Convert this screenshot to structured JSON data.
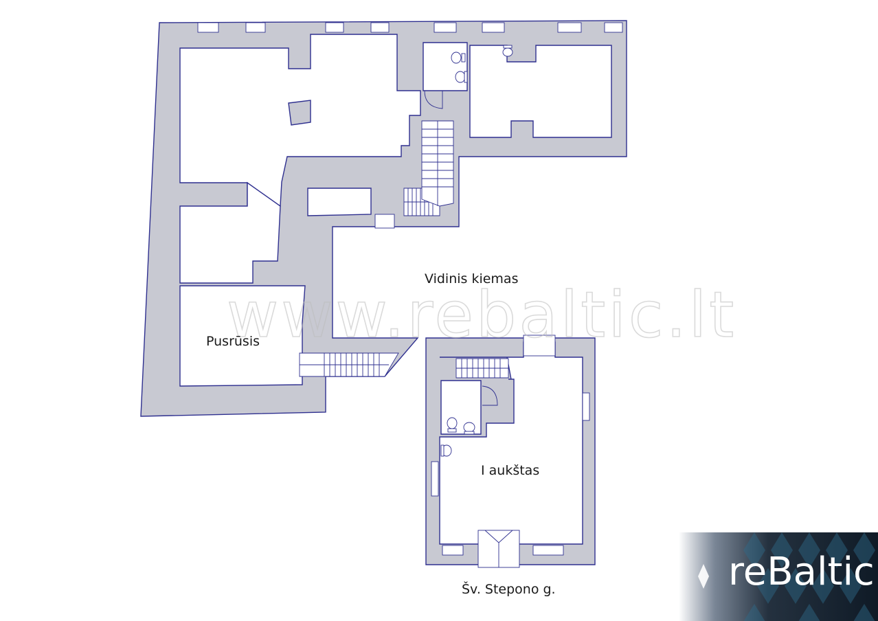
{
  "labels": {
    "courtyard": "Vidinis kiemas",
    "semi_basement": "Pusrūsis",
    "first_floor": "I aukštas",
    "street": "Šv. Stepono g."
  },
  "watermark": "www.rebaltic.lt",
  "logo": {
    "text": "reBaltic",
    "background": "#111b27",
    "text_color": "#ffffff"
  },
  "colors": {
    "wall_fill": "#c8c9d2",
    "wall_outline": "#2e2f8f"
  }
}
